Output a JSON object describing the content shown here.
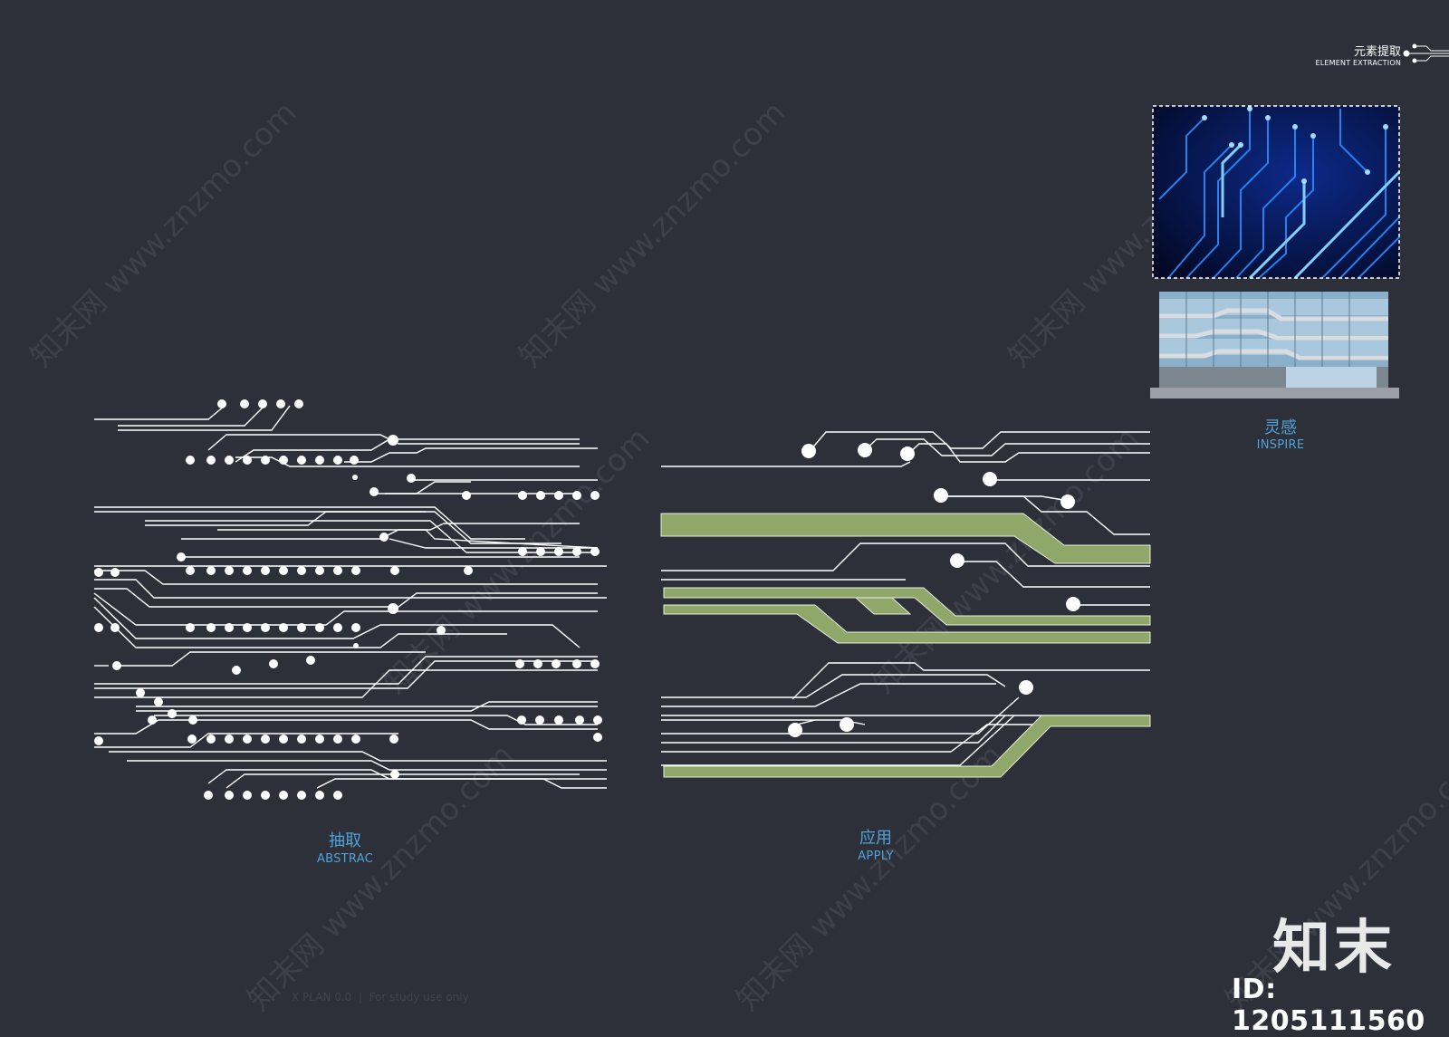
{
  "header": {
    "title_cn": "元素提取",
    "title_en": "ELEMENT EXTRACTION"
  },
  "inspire": {
    "label_cn": "灵感",
    "label_en": "INSPIRE"
  },
  "abstract": {
    "label_cn": "抽取",
    "label_en": "ABSTRAC"
  },
  "apply": {
    "label_cn": "应用",
    "label_en": "APPLY"
  },
  "footer": {
    "text": "X PLAN 0.0  |  For study use only"
  },
  "brand": {
    "name": "知末",
    "id": "ID: 1205111560"
  },
  "watermark": {
    "text": "知末网 www.znzmo.com"
  },
  "colors": {
    "background": "#2d3039",
    "accent": "#4fa3d6",
    "line": "#ffffff",
    "green": "#8fa86a"
  }
}
